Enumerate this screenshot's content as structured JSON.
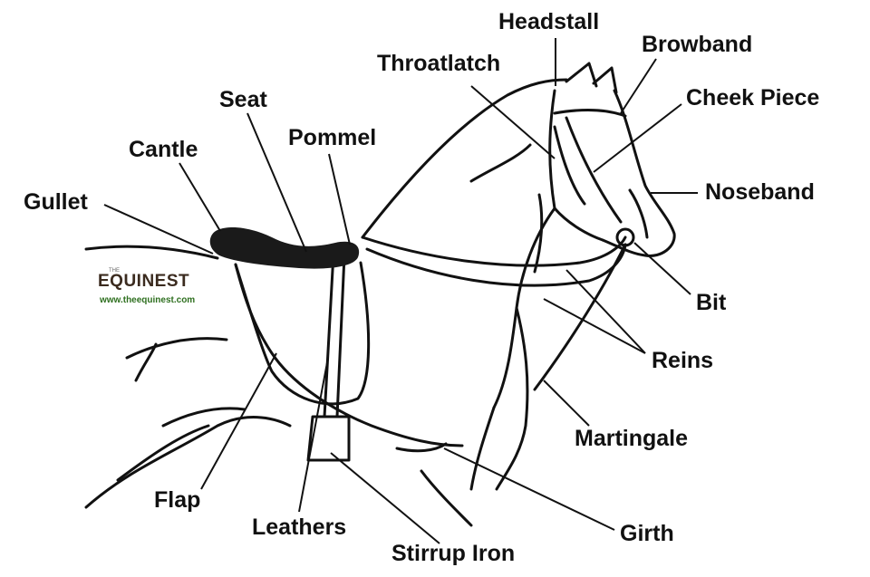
{
  "labels": {
    "headstall": "Headstall",
    "browband": "Browband",
    "throatlatch": "Throatlatch",
    "cheek_piece": "Cheek Piece",
    "seat": "Seat",
    "pommel": "Pommel",
    "cantle": "Cantle",
    "noseband": "Noseband",
    "gullet": "Gullet",
    "bit": "Bit",
    "reins": "Reins",
    "martingale": "Martingale",
    "flap": "Flap",
    "leathers": "Leathers",
    "girth": "Girth",
    "stirrup_iron": "Stirrup Iron"
  },
  "logo": {
    "small_text": "THE",
    "name": "EQUINEST",
    "url": "www.theequinest.com",
    "text_color": "#3b2b1f",
    "accent_color": "#2e6f1f"
  },
  "colors": {
    "ink": "#111111",
    "saddle": "#1a1a1a",
    "background": "#ffffff"
  }
}
